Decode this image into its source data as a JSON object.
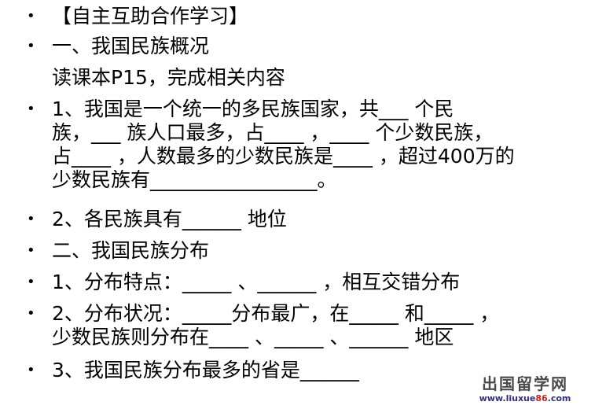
{
  "items": [
    {
      "has_bullet": true,
      "lines": [
        "【自主互助合作学习】"
      ]
    },
    {
      "has_bullet": true,
      "lines": [
        "一、我国民族概况"
      ]
    },
    {
      "has_bullet": false,
      "lines": [
        "读课本P15，完成相关内容"
      ]
    },
    {
      "has_bullet": true,
      "lines": [
        "1、我国是一个统一的多民族国家，共___ 个民",
        "族，___ 族人口最多，占____ ，____ 个少数民族，",
        "占____ ，人数最多的少数民族是____ ，超过400万的",
        "少数民族有_________________。"
      ]
    },
    {
      "has_bullet": true,
      "lines": [
        "2、各民族具有______ 地位"
      ]
    },
    {
      "has_bullet": true,
      "lines": [
        "二、我国民族分布"
      ]
    },
    {
      "has_bullet": true,
      "lines": [
        "1、分布特点：_____ 、______ ，相互交错分布"
      ]
    },
    {
      "has_bullet": true,
      "lines": [
        "2、分布状况：_____分布最广，在_____ 和_____ ，",
        "少数民族则分布在____ 、_____ 、______ 地区"
      ]
    },
    {
      "has_bullet": true,
      "lines": [
        "3、我国民族分布最多的省是______"
      ]
    }
  ],
  "bullet_glyph": "•",
  "watermark": {
    "title": "出国留学网",
    "url_prefix": "www.liuxue",
    "url_accent": "86",
    "url_suffix": ".com"
  }
}
